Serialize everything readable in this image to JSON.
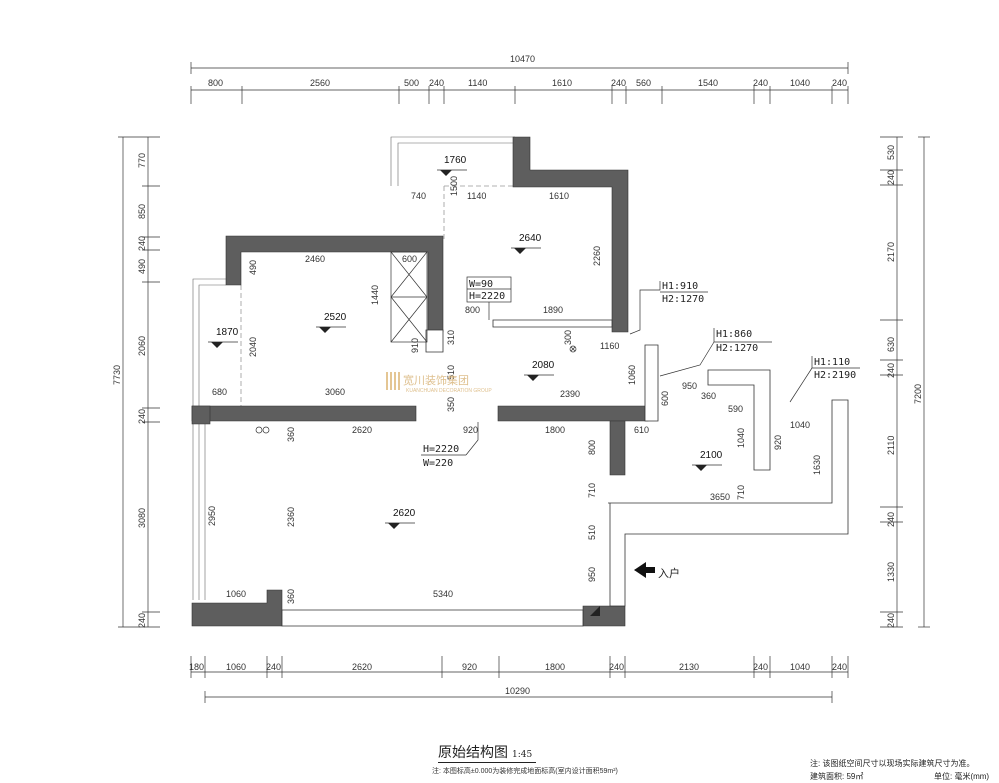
{
  "title": {
    "main": "原始结构图",
    "scale": "1:45"
  },
  "notes": {
    "elevation_note": "注: 本图标高±0.000为装修完成地面标高(室内设计面积59m²)",
    "disclaimer": "注: 该图纸空间尺寸以现场实际建筑尺寸为准。",
    "building_area": "建筑面积: 59㎡",
    "unit": "单位: 毫米(mm)"
  },
  "entrance": {
    "label": "入户",
    "icon": "arrow-left-icon"
  },
  "logo": {
    "text": "宽川装饰集团",
    "sub": "KUANCHUAN DECORATION GROUP"
  },
  "dimensions": {
    "top_total": "10470",
    "top": [
      "800",
      "2560",
      "500",
      "240",
      "1140",
      "1610",
      "240",
      "560",
      "1540",
      "240",
      "1040",
      "240"
    ],
    "bottom": [
      "180",
      "1060",
      "240",
      "2620",
      "920",
      "1800",
      "240",
      "2130",
      "240",
      "1040",
      "240"
    ],
    "bottom_total": "10290",
    "left_total": "7730",
    "left": [
      "770",
      "850",
      "240",
      "490",
      "2060",
      "240",
      "3080",
      "240"
    ],
    "right": [
      "530",
      "240",
      "2170",
      "630",
      "240",
      "2110",
      "240",
      "1330",
      "240"
    ],
    "right_total": "7200"
  },
  "interior_dims": {
    "d1500": "1500",
    "d740": "740",
    "d1140": "1140",
    "d1610": "1610",
    "d2260": "2260",
    "d2460": "2460",
    "d490": "490",
    "d600": "600",
    "d1440": "1440",
    "d2040": "2040",
    "d800": "800",
    "d1890": "1890",
    "d510": "510",
    "d300": "300",
    "d1160": "1160",
    "d3060": "3060",
    "d680": "680",
    "d1060a": "1060",
    "d2390": "2390",
    "d600b": "600",
    "d950": "950",
    "d360": "360",
    "d590": "590",
    "d1040a": "1040",
    "d920": "920",
    "d1040b": "1040",
    "d1630": "1630",
    "d2620": "2620",
    "d920b": "920",
    "d1800": "1800",
    "d610": "610",
    "d800b": "800",
    "d360b": "360",
    "d2950": "2950",
    "d2360": "2360",
    "d710": "710",
    "d3650": "3650",
    "d710b": "710",
    "d510b": "510",
    "d950b": "950",
    "d1060b": "1060",
    "d5340": "5340",
    "d360c": "360",
    "d230": "310",
    "d910": "910",
    "d350": "350"
  },
  "elevations": [
    "1760",
    "2640",
    "2520",
    "1870",
    "2080",
    "2100",
    "2620"
  ],
  "callouts": {
    "window": {
      "w": "W=90",
      "h": "H=2220"
    },
    "door": {
      "h": "H=2220",
      "w": "W=220"
    },
    "beam1": {
      "h1": "H1:910",
      "h2": "H2:1270"
    },
    "beam2": {
      "h1": "H1:860",
      "h2": "H2:1270"
    },
    "beam3": {
      "h1": "H1:110",
      "h2": "H2:2190"
    }
  }
}
